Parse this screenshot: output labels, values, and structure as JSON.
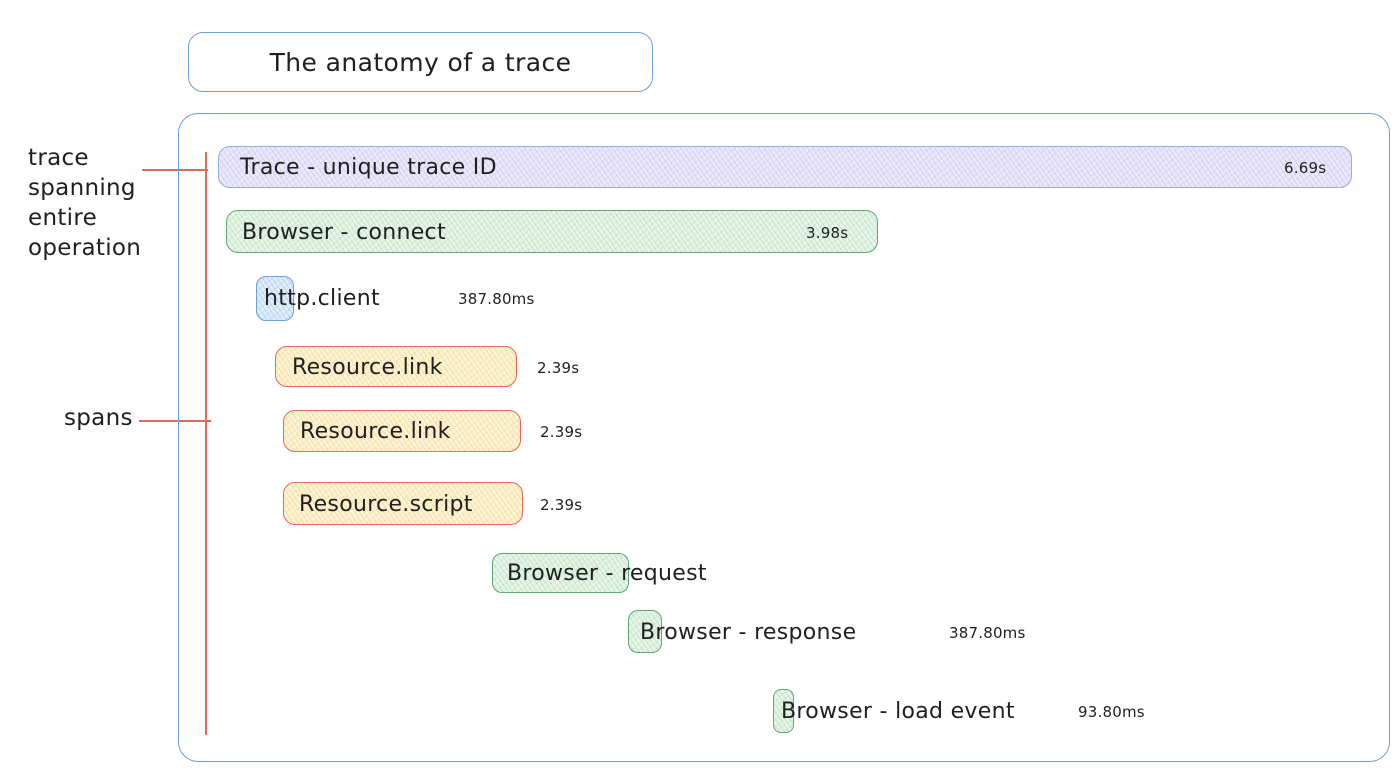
{
  "title": "The anatomy of a trace",
  "annotations": {
    "trace_note_lines": [
      "trace",
      "spanning",
      "entire",
      "operation"
    ],
    "spans_note": "spans"
  },
  "trace_bar": {
    "label": "Trace - unique trace ID",
    "duration": "6.69s"
  },
  "spans": [
    {
      "name": "browser-connect",
      "label": "Browser - connect",
      "duration": "3.98s",
      "kind": "green"
    },
    {
      "name": "http-client",
      "label": "http.client",
      "duration": "387.80ms",
      "kind": "blue"
    },
    {
      "name": "resource-link-1",
      "label": "Resource.link",
      "duration": "2.39s",
      "kind": "yellow"
    },
    {
      "name": "resource-link-2",
      "label": "Resource.link",
      "duration": "2.39s",
      "kind": "yellow"
    },
    {
      "name": "resource-script",
      "label": "Resource.script",
      "duration": "2.39s",
      "kind": "yellow"
    },
    {
      "name": "browser-request",
      "label": "Browser - request",
      "duration": "",
      "kind": "green"
    },
    {
      "name": "browser-response",
      "label": "Browser - response",
      "duration": "387.80ms",
      "kind": "green"
    },
    {
      "name": "browser-load-event",
      "label": "Browser - load event",
      "duration": "93.80ms",
      "kind": "green"
    }
  ],
  "colors": {
    "outline_blue": "#69a1d9",
    "trace_fill": "#ece9fb",
    "trace_border": "#8fb0e2",
    "green_fill": "#e7f5e8",
    "green_border": "#60a874",
    "blue_fill": "#e1eefb",
    "blue_border": "#6ba1d9",
    "yellow_fill": "#fdf4d6",
    "yellow_border": "#e4695c",
    "annotation_red": "#e0695f",
    "text": "#1f1f1f"
  }
}
